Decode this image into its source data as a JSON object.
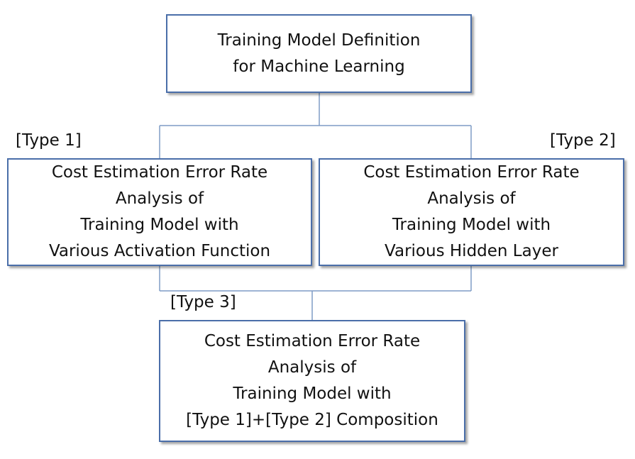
{
  "diagram": {
    "root": {
      "lines": [
        "Training Model Definition",
        "for Machine Learning"
      ]
    },
    "type1": {
      "tag": "[Type 1]",
      "lines": [
        "Cost Estimation Error Rate",
        "Analysis of",
        "Training Model with",
        "Various Activation Function"
      ]
    },
    "type2": {
      "tag": "[Type 2]",
      "lines": [
        "Cost Estimation Error Rate",
        "Analysis of",
        "Training Model with",
        "Various Hidden Layer"
      ]
    },
    "type3": {
      "tag": "[Type 3]",
      "lines": [
        "Cost Estimation Error Rate",
        "Analysis of",
        "Training Model with",
        "[Type 1]+[Type 2] Composition"
      ]
    },
    "colors": {
      "box_border": "#4a6ea9",
      "connector": "#7f9cc6"
    }
  }
}
